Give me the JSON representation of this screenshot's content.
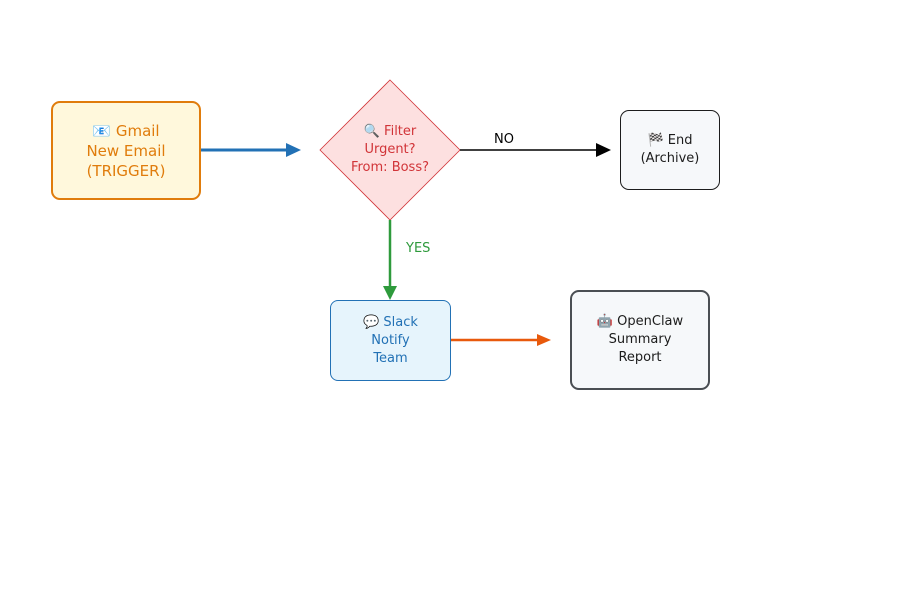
{
  "nodes": {
    "gmail": {
      "icon": "envelope-icon",
      "lines": [
        "📧 Gmail",
        "New Email",
        "(TRIGGER)"
      ]
    },
    "filter": {
      "icon": "funnel-icon",
      "lines": [
        "🔍 Filter",
        "Urgent?",
        "From: Boss?"
      ]
    },
    "end": {
      "icon": "stop-icon",
      "lines": [
        "🏁 End",
        "(Archive)"
      ]
    },
    "slack": {
      "icon": "chat-icon",
      "lines": [
        "💬 Slack",
        "Notify",
        "Team"
      ]
    },
    "openclaw": {
      "icon": "claw-icon",
      "lines": [
        "🤖 OpenClaw",
        "Summary",
        "Report"
      ]
    }
  },
  "edges": {
    "no_label": "NO",
    "yes_label": "YES"
  },
  "colors": {
    "trigger": "#e07c0c",
    "trigger_fill": "#fff8dc",
    "filter": "#d13438",
    "filter_fill": "#fde0e0",
    "slack": "#2271b5",
    "slack_fill": "#e6f4fc",
    "neutral_fill": "#f6f8fa",
    "yes_edge": "#2e9a3c",
    "no_edge": "#000000",
    "gmail_edge": "#2271b5",
    "slack_edge": "#e8590c"
  }
}
